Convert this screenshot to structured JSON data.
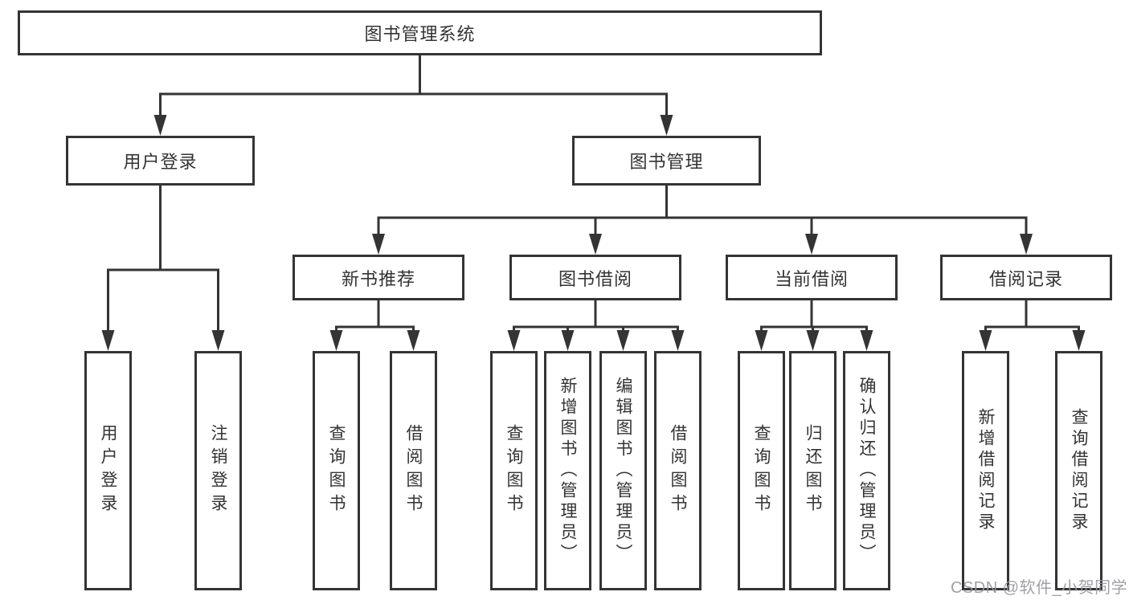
{
  "diagram": {
    "title_node": {
      "label": "图书管理系统"
    },
    "level2": [
      {
        "id": "user-login",
        "label": "用户登录"
      },
      {
        "id": "book-management",
        "label": "图书管理"
      }
    ],
    "level3": [
      {
        "id": "new-book-recommendation",
        "label": "新书推荐",
        "parent": "图书管理"
      },
      {
        "id": "book-borrowing",
        "label": "图书借阅",
        "parent": "图书管理"
      },
      {
        "id": "current-borrowing",
        "label": "当前借阅",
        "parent": "图书管理"
      },
      {
        "id": "borrowing-records",
        "label": "借阅记录",
        "parent": "图书管理"
      }
    ],
    "leaves": [
      {
        "label": "用户登录",
        "parent": "用户登录"
      },
      {
        "label": "注销登录",
        "parent": "用户登录"
      },
      {
        "label": "查询图书",
        "parent": "新书推荐"
      },
      {
        "label": "借阅图书",
        "parent": "新书推荐"
      },
      {
        "label": "查询图书",
        "parent": "图书借阅"
      },
      {
        "label": "新增图书（管理员）",
        "parent": "图书借阅"
      },
      {
        "label": "编辑图书（管理员）",
        "parent": "图书借阅"
      },
      {
        "label": "借阅图书",
        "parent": "图书借阅"
      },
      {
        "label": "查询图书",
        "parent": "当前借阅"
      },
      {
        "label": "归还图书",
        "parent": "当前借阅"
      },
      {
        "label": "确认归还（管理员）",
        "parent": "当前借阅"
      },
      {
        "label": "新增借阅记录",
        "parent": "借阅记录"
      },
      {
        "label": "查询借阅记录",
        "parent": "借阅记录"
      }
    ],
    "colors": {
      "line": "#343434",
      "text": "#333333",
      "background": "#ffffff",
      "watermark": "#98989e"
    }
  },
  "watermark": {
    "text": "CSDN @软件_小贺同学"
  }
}
